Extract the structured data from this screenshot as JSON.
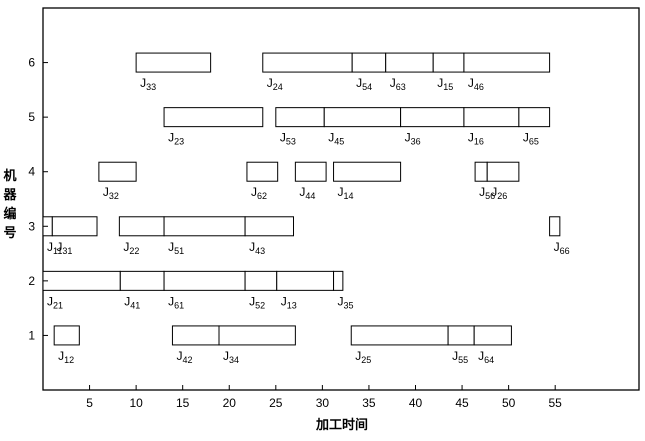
{
  "chart_data": {
    "type": "gantt",
    "title": "",
    "xlabel": "加工时间",
    "ylabel": "机器编号",
    "xlim": [
      0,
      64
    ],
    "ylim": [
      0,
      7
    ],
    "xticks": [
      5,
      10,
      15,
      20,
      25,
      30,
      35,
      40,
      45,
      50,
      55
    ],
    "yticks": [
      1,
      2,
      3,
      4,
      5,
      6
    ],
    "machines": [
      {
        "machine": 1,
        "ops": [
          {
            "job": "J",
            "sub": "12",
            "start": 1.2,
            "end": 3.9
          },
          {
            "job": "J",
            "sub": "42",
            "start": 13.9,
            "end": 18.9
          },
          {
            "job": "J",
            "sub": "34",
            "start": 18.9,
            "end": 27.1
          },
          {
            "job": "J",
            "sub": "25",
            "start": 33.1,
            "end": 43.5
          },
          {
            "job": "J",
            "sub": "55",
            "start": 43.5,
            "end": 46.3
          },
          {
            "job": "J",
            "sub": "64",
            "start": 46.3,
            "end": 50.3
          }
        ]
      },
      {
        "machine": 2,
        "ops": [
          {
            "job": "J",
            "sub": "21",
            "start": 0.0,
            "end": 8.3
          },
          {
            "job": "J",
            "sub": "41",
            "start": 8.3,
            "end": 13.0
          },
          {
            "job": "J",
            "sub": "61",
            "start": 13.0,
            "end": 21.7
          },
          {
            "job": "J",
            "sub": "52",
            "start": 21.7,
            "end": 25.1
          },
          {
            "job": "J",
            "sub": "13",
            "start": 25.1,
            "end": 31.2
          },
          {
            "job": "J",
            "sub": "35",
            "start": 31.2,
            "end": 32.2
          }
        ]
      },
      {
        "machine": 3,
        "ops": [
          {
            "job": "J",
            "sub": "11",
            "start": 0.0,
            "end": 1.0
          },
          {
            "job": "J",
            "sub": "31",
            "start": 1.0,
            "end": 5.8
          },
          {
            "job": "J",
            "sub": "22",
            "start": 8.2,
            "end": 13.0
          },
          {
            "job": "J",
            "sub": "51",
            "start": 13.0,
            "end": 21.7
          },
          {
            "job": "J",
            "sub": "43",
            "start": 21.7,
            "end": 26.9
          },
          {
            "job": "J",
            "sub": "66",
            "start": 54.4,
            "end": 55.5
          }
        ]
      },
      {
        "machine": 4,
        "ops": [
          {
            "job": "J",
            "sub": "32",
            "start": 6.0,
            "end": 10.0
          },
          {
            "job": "J",
            "sub": "62",
            "start": 21.9,
            "end": 25.2
          },
          {
            "job": "J",
            "sub": "44",
            "start": 27.1,
            "end": 30.4
          },
          {
            "job": "J",
            "sub": "14",
            "start": 31.2,
            "end": 38.4
          },
          {
            "job": "J",
            "sub": "56",
            "start": 46.4,
            "end": 47.7
          },
          {
            "job": "J",
            "sub": "26",
            "start": 47.7,
            "end": 51.1
          }
        ]
      },
      {
        "machine": 5,
        "ops": [
          {
            "job": "J",
            "sub": "23",
            "start": 13.0,
            "end": 23.6
          },
          {
            "job": "J",
            "sub": "53",
            "start": 25.0,
            "end": 30.2
          },
          {
            "job": "J",
            "sub": "45",
            "start": 30.2,
            "end": 38.4
          },
          {
            "job": "J",
            "sub": "36",
            "start": 38.4,
            "end": 45.2
          },
          {
            "job": "J",
            "sub": "16",
            "start": 45.2,
            "end": 51.1
          },
          {
            "job": "J",
            "sub": "65",
            "start": 51.1,
            "end": 54.4
          }
        ]
      },
      {
        "machine": 6,
        "ops": [
          {
            "job": "J",
            "sub": "33",
            "start": 10.0,
            "end": 18.0
          },
          {
            "job": "J",
            "sub": "24",
            "start": 23.6,
            "end": 33.2
          },
          {
            "job": "J",
            "sub": "54",
            "start": 33.2,
            "end": 36.8
          },
          {
            "job": "J",
            "sub": "63",
            "start": 36.8,
            "end": 41.9
          },
          {
            "job": "J",
            "sub": "15",
            "start": 41.9,
            "end": 45.2
          },
          {
            "job": "J",
            "sub": "46",
            "start": 45.2,
            "end": 54.4
          }
        ]
      }
    ],
    "colors": {
      "bar_fill": "#ffffff",
      "bar_stroke": "#000000",
      "axis": "#000000"
    }
  }
}
